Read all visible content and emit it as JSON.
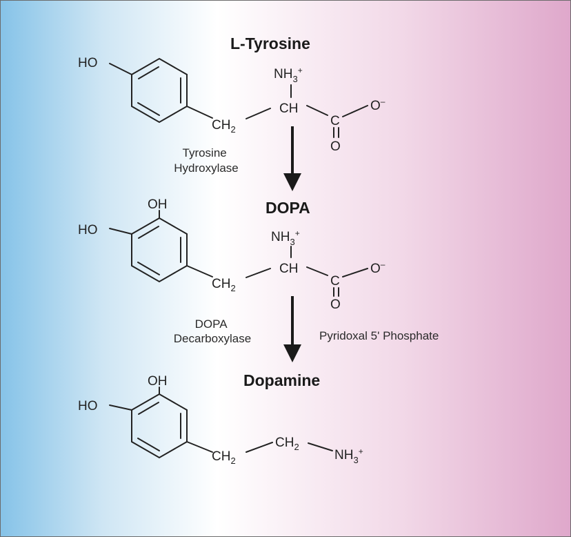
{
  "colors": {
    "gradient_left": "#86c3e8",
    "gradient_mid": "#ffffff",
    "gradient_right": "#dfa8cb"
  },
  "compounds": {
    "tyrosine": {
      "name": "L-Tyrosine",
      "ho": "HO",
      "nh3": "NH",
      "nh3_sub": "3",
      "nh3_charge": "+",
      "ch2": "CH",
      "ch2_sub": "2",
      "ch": "CH",
      "c": "C",
      "o_minus": "O",
      "o_charge": "–",
      "o": "O"
    },
    "dopa": {
      "name": "DOPA",
      "oh": "OH",
      "ho": "HO",
      "nh3": "NH",
      "nh3_sub": "3",
      "nh3_charge": "+",
      "ch2": "CH",
      "ch2_sub": "2",
      "ch": "CH",
      "c": "C",
      "o_minus": "O",
      "o_charge": "–",
      "o": "O"
    },
    "dopamine": {
      "name": "Dopamine",
      "oh": "OH",
      "ho": "HO",
      "ch2a": "CH",
      "ch2a_sub": "2",
      "ch2b": "CH",
      "ch2b_sub": "2",
      "nh3": "NH",
      "nh3_sub": "3",
      "nh3_charge": "+"
    }
  },
  "reactions": {
    "step1": {
      "enzyme_line1": "Tyrosine",
      "enzyme_line2": "Hydroxylase"
    },
    "step2": {
      "enzyme_line1": "DOPA",
      "enzyme_line2": "Decarboxylase",
      "cofactor": "Pyridoxal 5' Phosphate"
    }
  }
}
